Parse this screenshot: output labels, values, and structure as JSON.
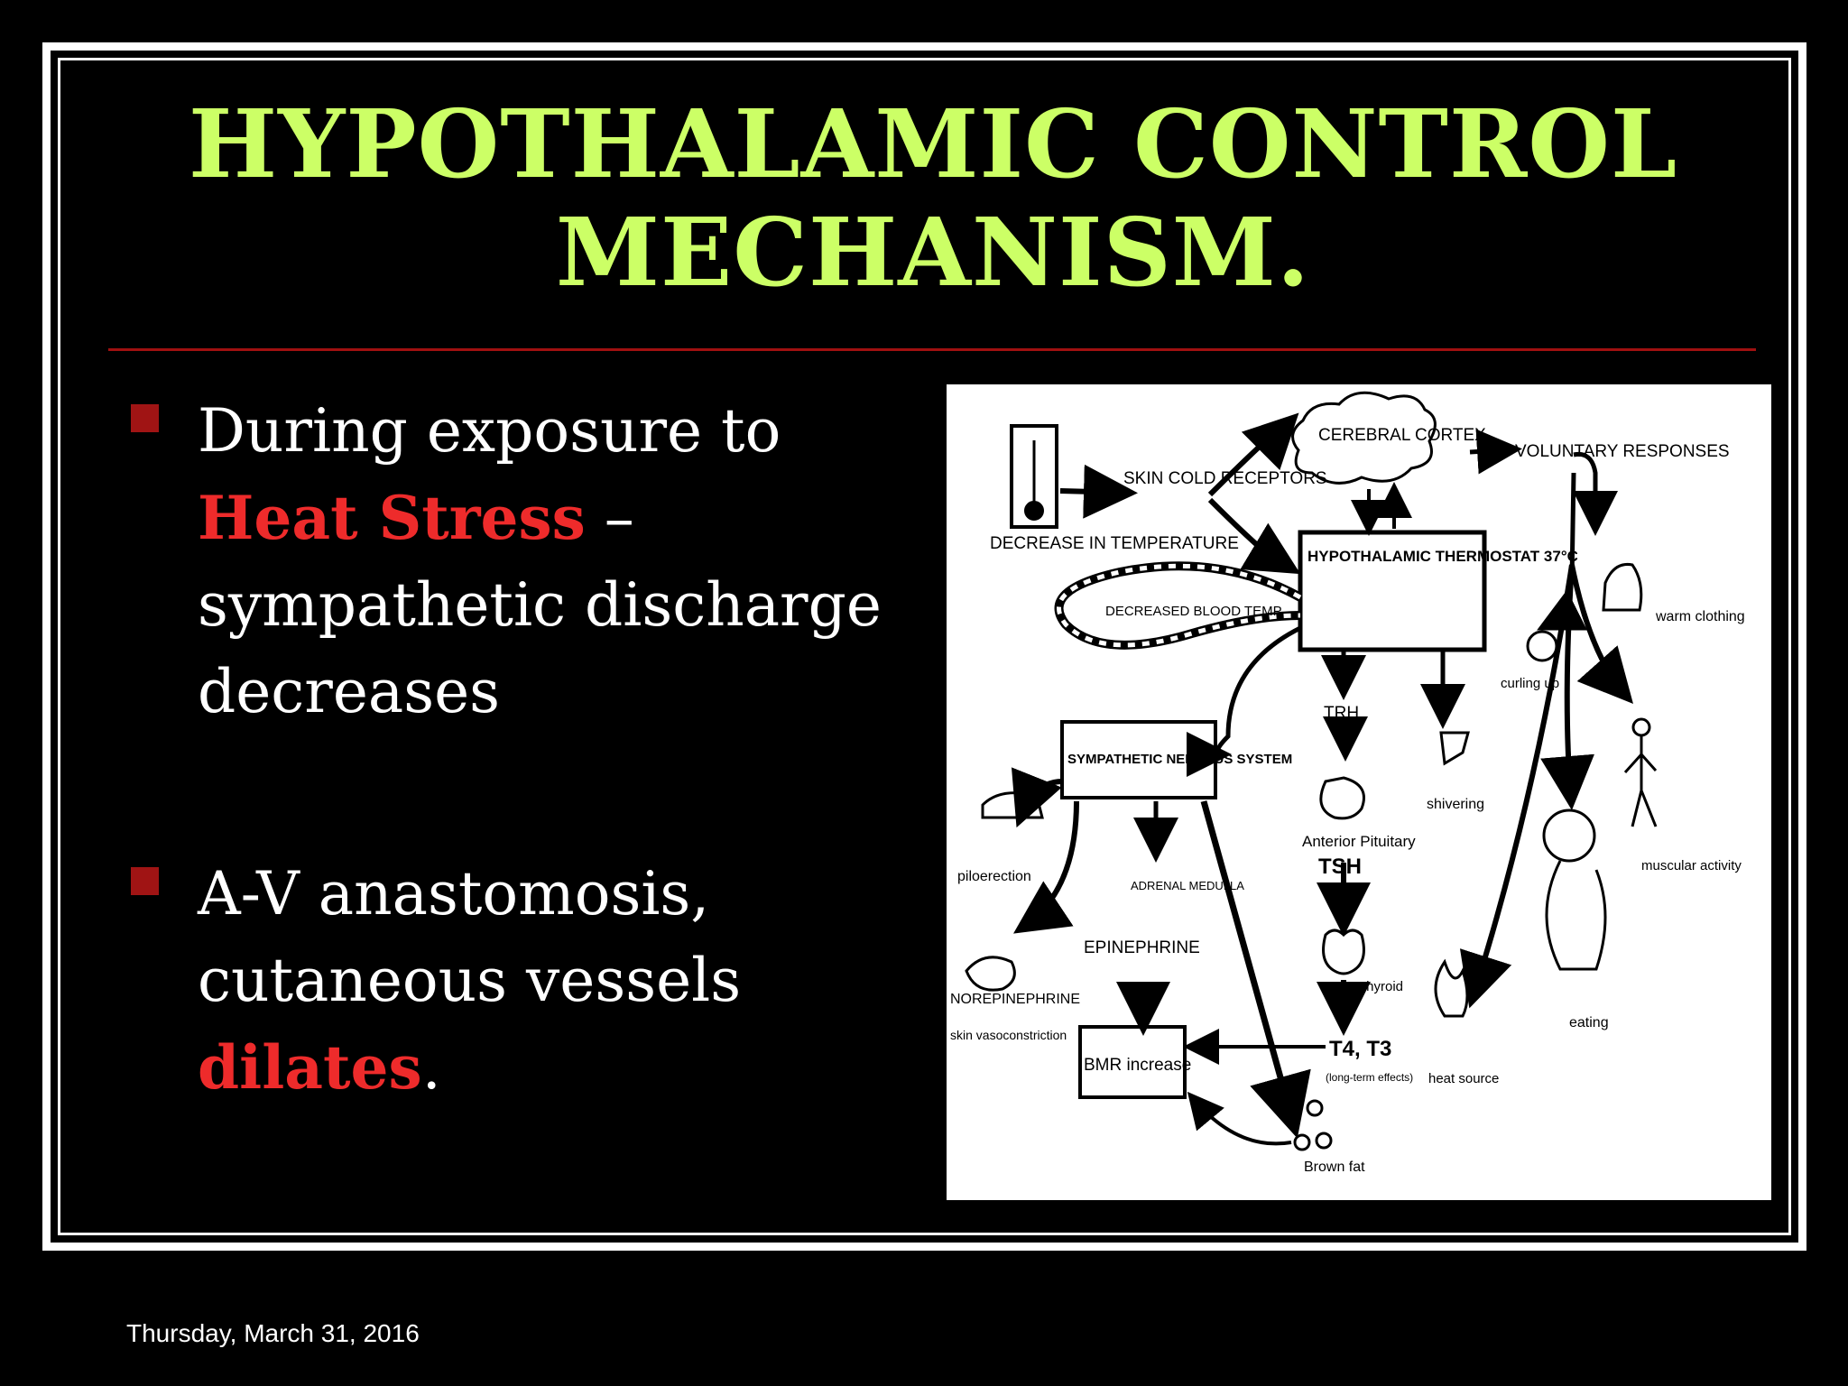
{
  "slide": {
    "title_line1": "HYPOTHALAMIC CONTROL",
    "title_line2": "MECHANISM.",
    "bullets": [
      {
        "pre": "During exposure to ",
        "highlight": "Heat Stress",
        "post": " – sympathetic discharge decreases"
      },
      {
        "pre": "A-V anastomosis, cutaneous vessels ",
        "highlight": "dilates",
        "post": "."
      }
    ],
    "footer_date": "Thursday, March 31, 2016",
    "colors": {
      "title": "#ccff66",
      "highlight": "#ee2b2b",
      "bullet_marker": "#a01414",
      "rule": "#a01010",
      "background": "#000000"
    }
  },
  "diagram": {
    "labels": {
      "cerebral_cortex": "CEREBRAL CORTEX",
      "voluntary_responses": "VOLUNTARY RESPONSES",
      "skin_cold_receptors": "SKIN COLD RECEPTORS",
      "decrease_temp": "DECREASE IN TEMPERATURE",
      "hypothalamic_thermostat": "HYPOTHALAMIC THERMOSTAT 37°C",
      "decreased_blood_temp": "DECREASED BLOOD TEMP",
      "warm_clothing": "warm clothing",
      "curling_up": "curling up",
      "trh": "TRH",
      "shivering": "shivering",
      "sympathetic_nervous_system": "SYMPATHETIC NERVOUS SYSTEM",
      "piloerection": "piloerection",
      "adrenal_medulla": "ADRENAL MEDULLA",
      "anterior_pituitary": "Anterior Pituitary",
      "tsh": "TSH",
      "muscular_activity": "muscular activity",
      "epinephrine": "EPINEPHRINE",
      "norepinephrine": "NOREPINEPHRINE",
      "skin_vasoconstriction": "skin vasoconstriction",
      "thyroid": "Thyroid",
      "bmr_increase": "BMR increase",
      "t4_t3": "T4, T3",
      "long_term_effects": "(long-term effects)",
      "heat_source": "heat source",
      "eating": "eating",
      "brown_fat": "Brown fat"
    }
  }
}
